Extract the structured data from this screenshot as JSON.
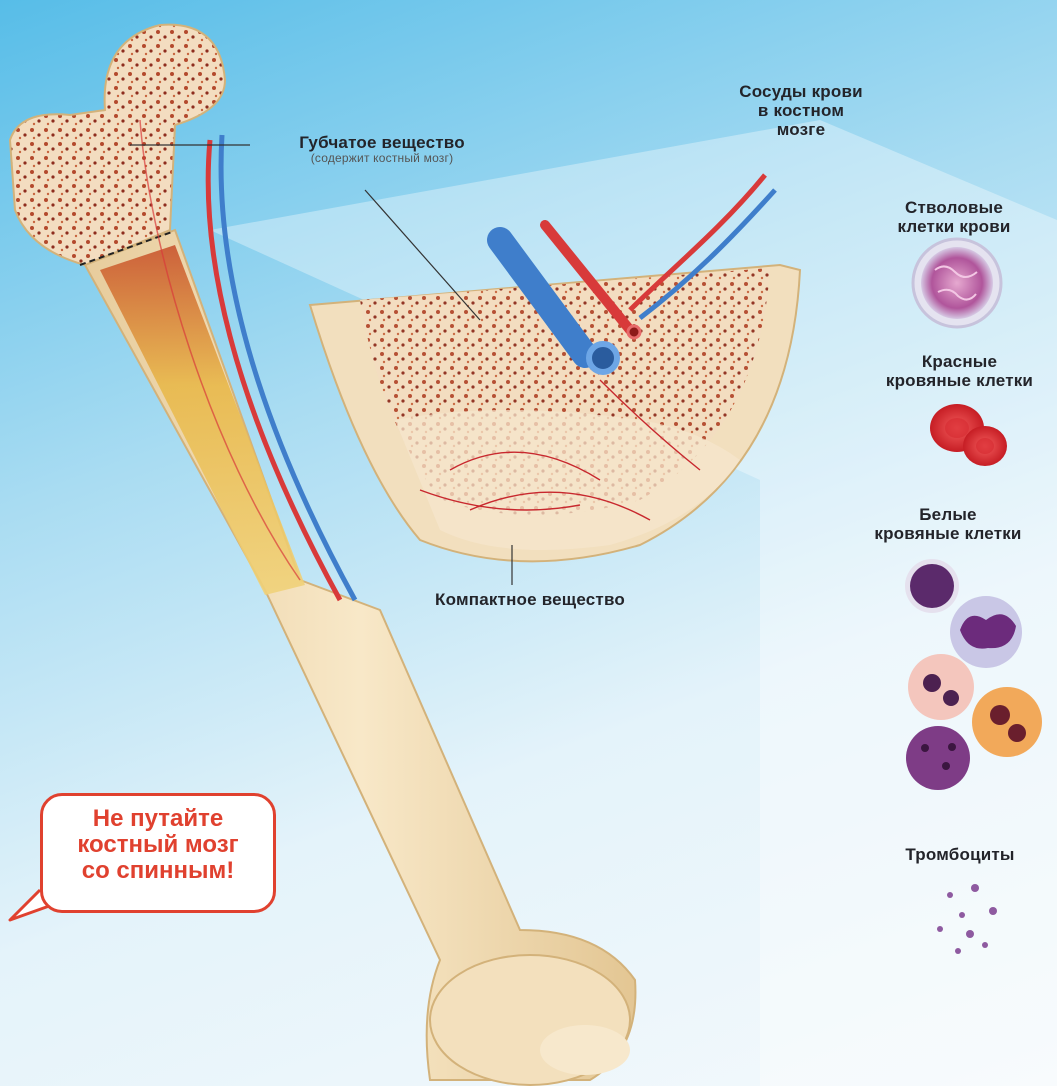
{
  "labels": {
    "spongy": "Губчатое вещество",
    "spongy_sub": "(содержит костный мозг)",
    "vessels": [
      "Сосуды крови",
      "в костном",
      "мозге"
    ],
    "compact": "Компактное вещество",
    "stem_cells": [
      "Стволовые",
      "клетки крови"
    ],
    "red_cells": [
      "Красные",
      "кровяные клетки"
    ],
    "white_cells": [
      "Белые",
      "кровяные клетки"
    ],
    "platelets": "Тромбоциты"
  },
  "callout": {
    "lines": [
      "Не путайте",
      "костный мозг",
      "со спинным!"
    ]
  },
  "colors": {
    "artery": "#d83a3a",
    "vein": "#3f7ecb",
    "bone": "#f0dcb4",
    "marrow": "#9b2b1d",
    "callout": "#e0412f"
  }
}
